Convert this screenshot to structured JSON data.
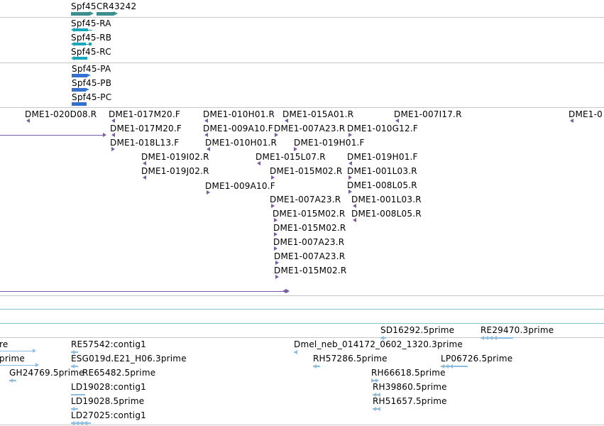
{
  "colors": {
    "track_divider": "#c8c8c8",
    "teal_divider": "#7fc3cc",
    "gene_teal": "#3d8e8e",
    "rna_cyan": "#19a7bd",
    "protein_blue": "#3371d1",
    "clone_purple": "#7b5aa6",
    "est_lightblue": "#8dbde0"
  },
  "genes": [
    {
      "label": "Spf45"
    },
    {
      "label": "CR43242"
    }
  ],
  "transcripts": [
    {
      "label": "Spf45-RA"
    },
    {
      "label": "Spf45-RB"
    },
    {
      "label": "Spf45-RC"
    }
  ],
  "proteins": [
    {
      "label": "Spf45-PA"
    },
    {
      "label": "Spf45-PB"
    },
    {
      "label": "Spf45-PC"
    }
  ],
  "clone_ends": [
    {
      "label": "DME1-020D08.R",
      "strand": "-"
    },
    {
      "label": "DME1-017M20.F",
      "strand": "-"
    },
    {
      "label": "DME1-017M20.F",
      "strand": "-"
    },
    {
      "label": "DME1-018L13.F",
      "strand": "+"
    },
    {
      "label": "DME1-019I02.R",
      "strand": "-"
    },
    {
      "label": "DME1-019J02.R",
      "strand": "-"
    },
    {
      "label": "DME1-010H01.R",
      "strand": "-"
    },
    {
      "label": "DME1-009A10.F",
      "strand": "-"
    },
    {
      "label": "DME1-010H01.R",
      "strand": "-"
    },
    {
      "label": "DME1-009A10.F",
      "strand": "+"
    },
    {
      "label": "DME1-015A01.R",
      "strand": "-"
    },
    {
      "label": "DME1-007A23.R",
      "strand": "+"
    },
    {
      "label": "DME1-019H01.F",
      "strand": "+"
    },
    {
      "label": "DME1-015L07.R",
      "strand": "-"
    },
    {
      "label": "DME1-015M02.R",
      "strand": "+"
    },
    {
      "label": "DME1-007A23.R",
      "strand": "+"
    },
    {
      "label": "DME1-015M02.R",
      "strand": "+"
    },
    {
      "label": "DME1-015M02.R",
      "strand": "+"
    },
    {
      "label": "DME1-007A23.R",
      "strand": "+"
    },
    {
      "label": "DME1-007A23.R",
      "strand": "+"
    },
    {
      "label": "DME1-015M02.R",
      "strand": "+"
    },
    {
      "label": "DME1-007I17.R",
      "strand": "-"
    },
    {
      "label": "DME1-010G12.F",
      "strand": "+"
    },
    {
      "label": "DME1-019H01.F",
      "strand": "-"
    },
    {
      "label": "DME1-001L03.R",
      "strand": "+"
    },
    {
      "label": "DME1-008L05.R",
      "strand": "+"
    },
    {
      "label": "DME1-001L03.R",
      "strand": "-"
    },
    {
      "label": "DME1-008L05.R",
      "strand": "-"
    },
    {
      "label": "DME1-0",
      "strand": "-"
    }
  ],
  "est_left_cut": [
    {
      "label": "re"
    },
    {
      "label": "prime"
    }
  ],
  "ests": [
    {
      "label": "GH24769.5prime"
    },
    {
      "label": "RE57542:contig1"
    },
    {
      "label": "ESG019d.E21_H06.3prime"
    },
    {
      "label": "RE65482.5prime"
    },
    {
      "label": "LD19028:contig1"
    },
    {
      "label": "LD19028.5prime"
    },
    {
      "label": "LD27025:contig1"
    },
    {
      "label": "Dmel_neb_014172_0602_1320.3prime"
    },
    {
      "label": "RH57286.5prime"
    },
    {
      "label": "SD16292.5prime"
    },
    {
      "label": "RH66618.5prime"
    },
    {
      "label": "RH39860.5prime"
    },
    {
      "label": "RH51657.5prime"
    },
    {
      "label": "RE29470.3prime"
    },
    {
      "label": "LP06726.5prime"
    }
  ]
}
